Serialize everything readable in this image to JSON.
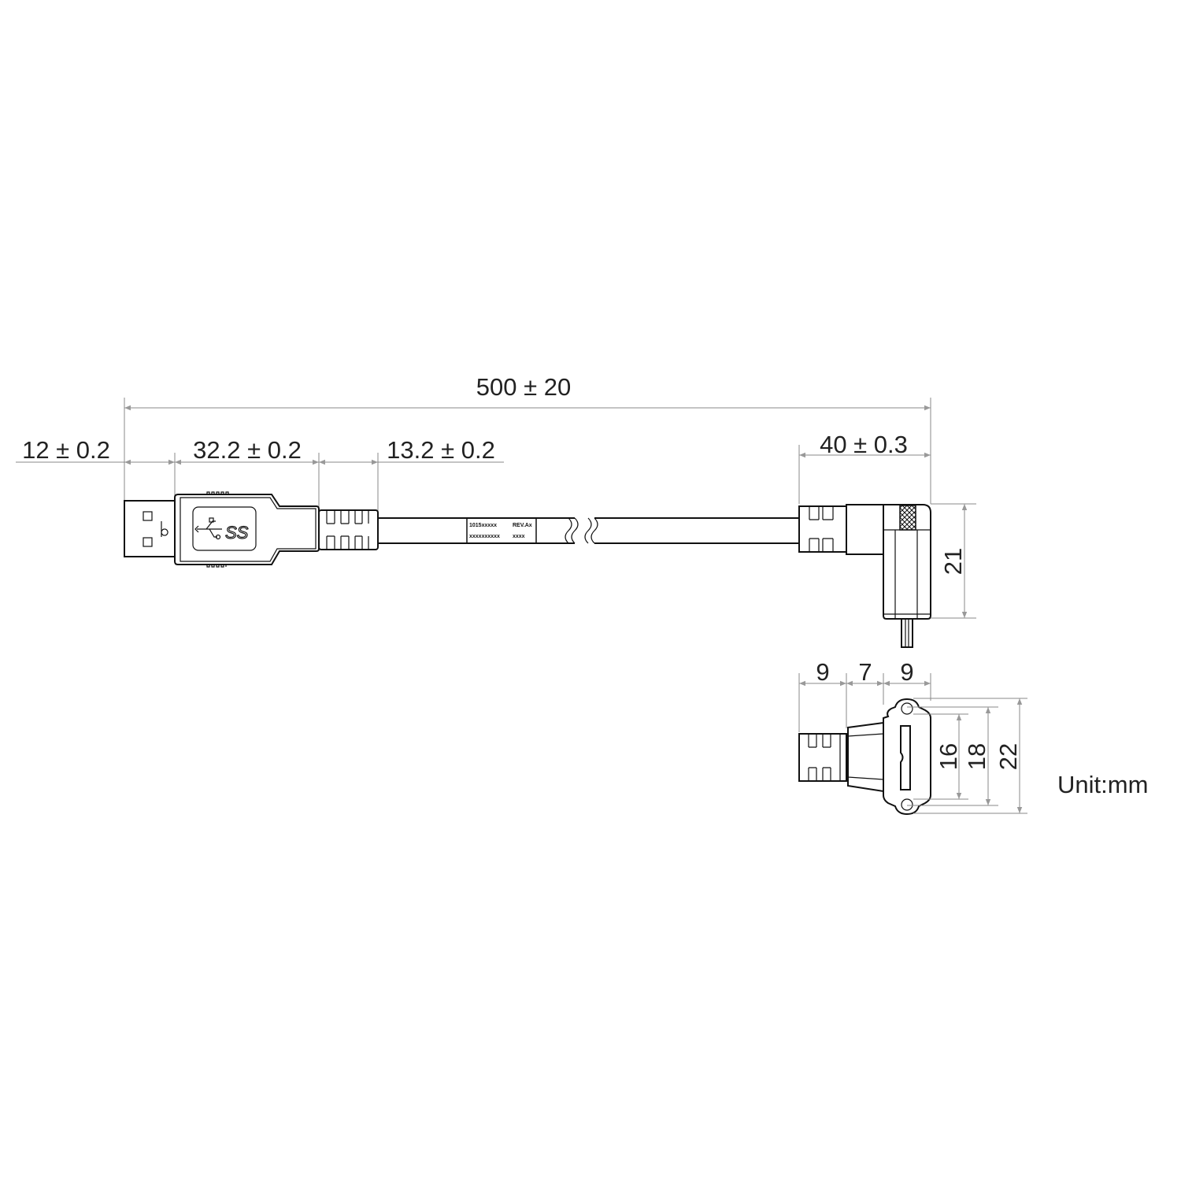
{
  "dimensions": {
    "total_length": "500 ± 20",
    "plug_tip": "12 ± 0.2",
    "plug_body": "32.2 ± 0.2",
    "strain_relief": "13.2 ± 0.2",
    "right_angle_length": "40 ± 0.3",
    "right_angle_height": "21",
    "end_view_boot": "9",
    "end_view_mid": "7",
    "end_view_flange": "9",
    "end_view_inner": "16",
    "end_view_hole_pitch": "18",
    "end_view_outer": "22"
  },
  "cable_label": {
    "part_number": "1015xxxxx",
    "revision": "REV.Ax",
    "serial": "xxxxxxxxxx",
    "date": "xxxx"
  },
  "logo_text": "SS",
  "unit": "Unit:mm"
}
